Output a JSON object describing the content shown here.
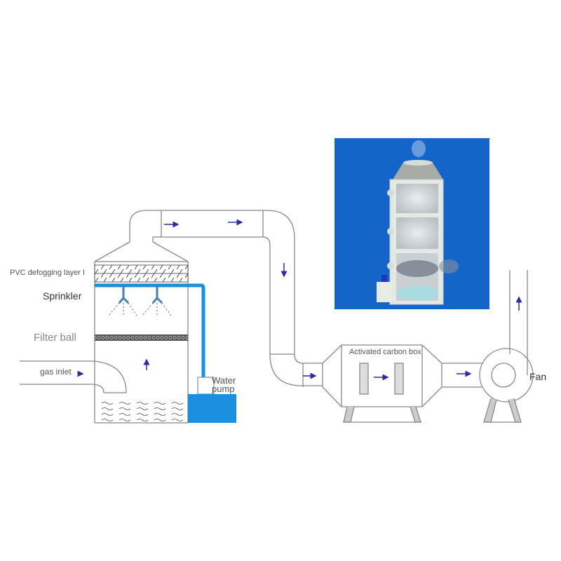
{
  "labels": {
    "pvc_layer": "PVC defogging layer I",
    "sprinkler": "Sprinkler",
    "filter_ball": "Filter ball",
    "gas_inlet": "gas inlet",
    "water_pump": "Water pump",
    "carbon_box": "Activated carbon box",
    "fan": "Fan"
  },
  "colors": {
    "water": "#1a8fe0",
    "arrow": "#2b2ba8",
    "photo_bg": "#1565c8",
    "line": "#888888"
  }
}
